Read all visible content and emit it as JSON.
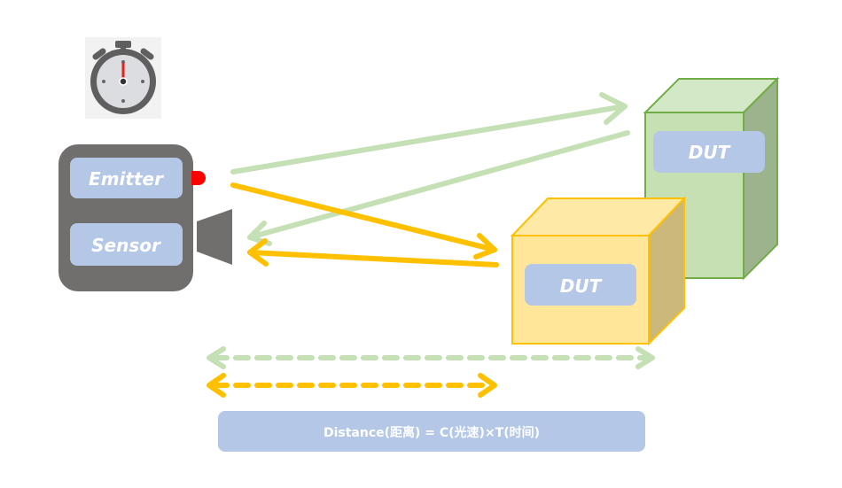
{
  "diagram": {
    "title": "Time-of-Flight distance measurement",
    "stopwatch": {
      "icon": "stopwatch-icon"
    },
    "device": {
      "emitter_label": "Emitter",
      "sensor_label": "Sensor",
      "emitter_led_color": "#ff0000",
      "body_color": "#716e6e"
    },
    "targets": [
      {
        "label": "DUT",
        "name": "far-target",
        "face_color": "#c6e0b4",
        "top_color": "#d3e8c6",
        "side_color": "#9db38d",
        "edge_color": "#70ad47"
      },
      {
        "label": "DUT",
        "name": "near-target",
        "face_color": "#ffe699",
        "top_color": "#ffe9a6",
        "side_color": "#cbb87a",
        "edge_color": "#ffc000"
      }
    ],
    "rays": {
      "far_color": "#c5e0b4",
      "near_color": "#ffc000"
    },
    "label_bg": "#b4c7e7",
    "formula": "Distance(距离) = C(光速)×T(时间)"
  }
}
